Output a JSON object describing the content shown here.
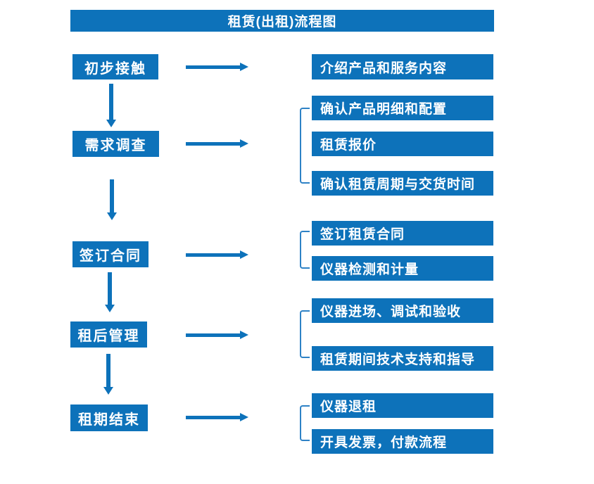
{
  "title": "租赁(出租)流程图",
  "colors": {
    "primary": "#0d72ba",
    "bracket": "#2e82c6"
  },
  "steps": [
    {
      "label": "初步接触",
      "outputs": [
        "介绍产品和服务内容"
      ]
    },
    {
      "label": "需求调查",
      "outputs": [
        "确认产品明细和配置",
        "租赁报价",
        "确认租赁周期与交货时间"
      ]
    },
    {
      "label": "签订合同",
      "outputs": [
        "签订租赁合同",
        "仪器检测和计量"
      ]
    },
    {
      "label": "租后管理",
      "outputs": [
        "仪器进场、调试和验收",
        "租赁期间技术支持和指导"
      ]
    },
    {
      "label": "租期结束",
      "outputs": [
        "仪器退租",
        "开具发票，付款流程"
      ]
    }
  ]
}
